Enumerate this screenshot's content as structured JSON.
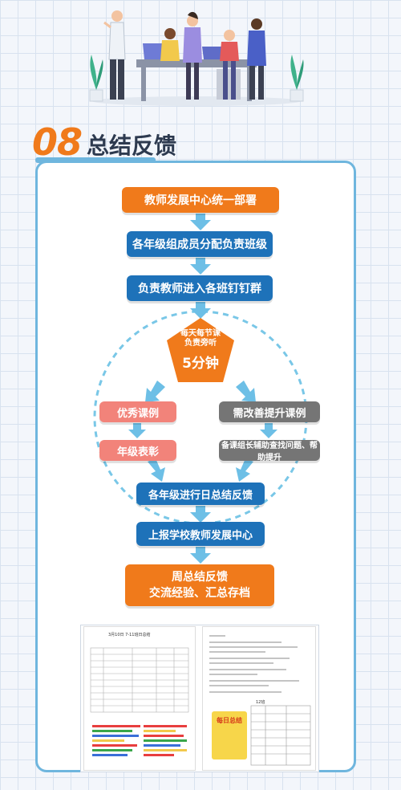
{
  "section": {
    "number": "08",
    "title": "总结反馈"
  },
  "flow": {
    "step1": "教师发展中心统一部署",
    "step2": "各年级组成员分配负责班级",
    "step3": "负责教师进入各班钉钉群",
    "center": {
      "line1": "每天每节课",
      "line2": "负责旁听",
      "line3": "5分钟"
    },
    "left1": "优秀课例",
    "left2": "年级表彰",
    "right1": "需改善提升课例",
    "right2": "备课组长辅助查找问题、帮助提升",
    "step4": "各年级进行日总结反馈",
    "step5": "上报学校教师发展中心",
    "step6": {
      "line1": "周总结反馈",
      "line2": "交流经验、汇总存档"
    }
  },
  "docs": {
    "doc1_title": "3月10日 7-11班日总结",
    "doc2_title": "12班",
    "sticker": "每日总结"
  },
  "colors": {
    "orange": "#f07a1b",
    "blue": "#1e72b9",
    "pink": "#f2837a",
    "gray": "#757575",
    "frame": "#6fb6de"
  }
}
